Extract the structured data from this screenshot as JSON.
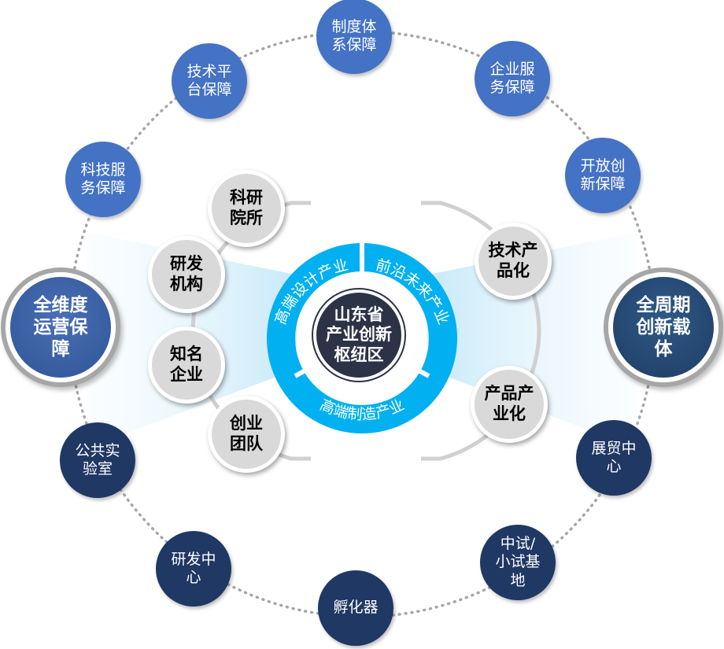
{
  "hub": {
    "label": "山东省\n产业创新\n枢纽区"
  },
  "ring_segments": [
    {
      "name": "segment-high-end-design",
      "label": "高端设计产业"
    },
    {
      "name": "segment-frontier-future",
      "label": "前沿未来产业"
    },
    {
      "name": "segment-high-end-manufacturing",
      "label": "高端制造产业"
    }
  ],
  "inner_left": [
    {
      "name": "inner-node-research-institutes",
      "label": "科研\n院所"
    },
    {
      "name": "inner-node-rd-institutions",
      "label": "研发\n机构"
    },
    {
      "name": "inner-node-famous-enterprises",
      "label": "知名\n企业"
    },
    {
      "name": "inner-node-startup-teams",
      "label": "创业\n团队"
    }
  ],
  "inner_right": [
    {
      "name": "inner-node-tech-productization",
      "label": "技术产\n品化"
    },
    {
      "name": "inner-node-product-industrialization",
      "label": "产品产\n业化"
    }
  ],
  "big_left": {
    "label": "全维度\n运营保\n障"
  },
  "big_right": {
    "label": "全周期\n创新载\n体"
  },
  "guarantees": [
    {
      "name": "guarantee-system",
      "label": "制度体\n系保障"
    },
    {
      "name": "guarantee-tech-platform",
      "label": "技术平\n台保障"
    },
    {
      "name": "guarantee-enterprise-service",
      "label": "企业服\n务保障"
    },
    {
      "name": "guarantee-sci-tech-service",
      "label": "科技服\n务保障"
    },
    {
      "name": "guarantee-open-innovation",
      "label": "开放创\n新保障"
    }
  ],
  "carriers": [
    {
      "name": "carrier-public-lab",
      "label": "公共实\n验室"
    },
    {
      "name": "carrier-exhibition-center",
      "label": "展贸中\n心"
    },
    {
      "name": "carrier-rd-center",
      "label": "研发中\n心"
    },
    {
      "name": "carrier-pilot-base",
      "label": "中试/\n小试基\n地"
    },
    {
      "name": "carrier-incubator",
      "label": "孵化器"
    }
  ],
  "colors": {
    "guarantee_blue": "#4472c4",
    "carrier_navy": "#1f3864",
    "ring_cyan": "#00b0f0",
    "hub_dark": "#2c3346",
    "inner_gray": "#d9d9d9"
  }
}
